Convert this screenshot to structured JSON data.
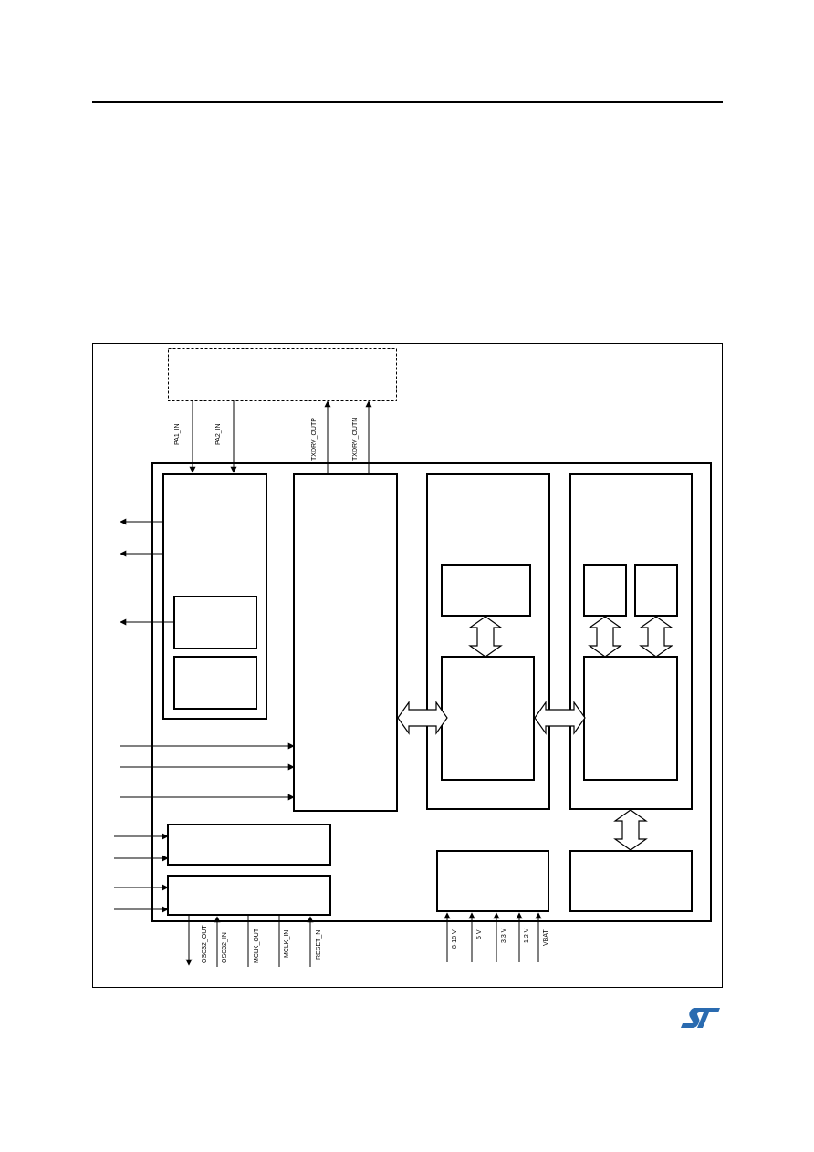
{
  "page": {
    "brand_color": "#2a6bb0"
  },
  "diagram": {
    "top_pins": [
      "PA1_IN",
      "PA2_IN",
      "TXDRV_OUTP",
      "TXDRV_OUTN"
    ],
    "clock_pins": [
      "OSC32_OUT",
      "OSC32_IN",
      "MCLK_OUT",
      "MCLK_IN",
      "RESET_N"
    ],
    "supply_pins": [
      "8-18 V",
      "5 V",
      "3.3 V",
      "1.2 V",
      "VBAT"
    ]
  },
  "logo": {
    "icon": "st-logo-icon"
  }
}
